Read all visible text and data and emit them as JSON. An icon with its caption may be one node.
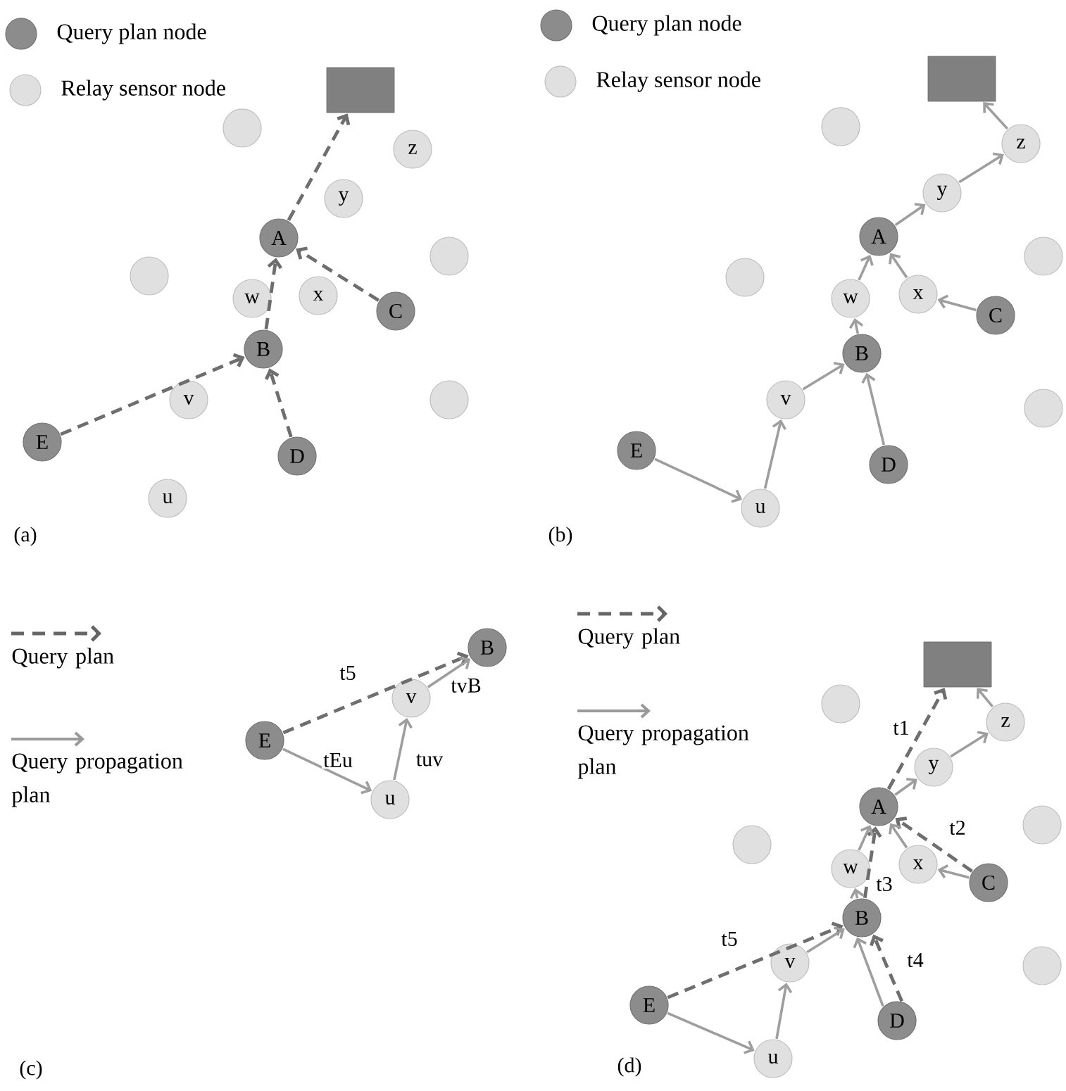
{
  "diagram": {
    "nodes": [
      {
        "text": [],
        "shape": "box"
      },
      {
        "text": [],
        "shape": "circle"
      },
      {
        "text": [
          "z"
        ]
      },
      {
        "text": [
          "y"
        ]
      },
      {
        "text": [
          "A"
        ]
      },
      {
        "text": [],
        "shape": "circle"
      },
      {
        "text": [],
        "shape": "circle"
      },
      {
        "text": [
          "w"
        ]
      },
      {
        "text": [
          "x"
        ]
      },
      {
        "text": [
          "C"
        ]
      },
      {
        "text": [
          "B"
        ]
      },
      {
        "text": [
          "v"
        ]
      },
      {
        "text": [],
        "shape": "circle"
      },
      {
        "text": [
          "E"
        ]
      },
      {
        "text": [
          "D"
        ]
      },
      {
        "text": [
          "u"
        ]
      },
      {
        "text": [],
        "shape": "box"
      },
      {
        "text": [],
        "shape": "circle"
      },
      {
        "text": [
          "z"
        ]
      },
      {
        "text": [
          "y"
        ]
      },
      {
        "text": [
          "A"
        ]
      },
      {
        "text": [],
        "shape": "circle"
      },
      {
        "text": [],
        "shape": "circle"
      },
      {
        "text": [
          "w"
        ]
      },
      {
        "text": [
          "x"
        ]
      },
      {
        "text": [
          "C"
        ]
      },
      {
        "text": [
          "B"
        ]
      },
      {
        "text": [
          "v"
        ]
      },
      {
        "text": [],
        "shape": "circle"
      },
      {
        "text": [
          "E"
        ]
      },
      {
        "text": [
          "D"
        ]
      },
      {
        "text": [
          "u"
        ]
      },
      {
        "text": [
          "B"
        ]
      },
      {
        "text": [
          "v"
        ]
      },
      {
        "text": [
          "E"
        ]
      },
      {
        "text": [
          "u"
        ]
      },
      {
        "text": [],
        "shape": "box"
      },
      {
        "text": [],
        "shape": "circle"
      },
      {
        "text": [
          "z"
        ]
      },
      {
        "text": [
          "y"
        ]
      },
      {
        "text": [
          "A"
        ]
      },
      {
        "text": [],
        "shape": "circle"
      },
      {
        "text": [],
        "shape": "circle"
      },
      {
        "text": [
          "w"
        ]
      },
      {
        "text": [
          "x"
        ]
      },
      {
        "text": [
          "C"
        ]
      },
      {
        "text": [
          "B"
        ]
      },
      {
        "text": [
          "v"
        ]
      },
      {
        "text": [],
        "shape": "circle"
      },
      {
        "text": [
          "E"
        ]
      },
      {
        "text": [
          "D"
        ]
      },
      {
        "text": [
          "u"
        ]
      }
    ],
    "edges": [
      {
        "from": 13,
        "to": 10,
        "arrow": "to",
        "style": "dashed",
        "color": "#6e6e6e"
      },
      {
        "from": 14,
        "to": 10,
        "arrow": "to",
        "style": "dashed",
        "color": "#6e6e6e"
      },
      {
        "from": 10,
        "to": 4,
        "arrow": "to",
        "style": "dashed",
        "color": "#6e6e6e"
      },
      {
        "from": 9,
        "to": 4,
        "arrow": "to",
        "style": "dashed",
        "color": "#6e6e6e"
      },
      {
        "from": 4,
        "to": 0,
        "arrow": "to",
        "style": "dashed",
        "color": "#6e6e6e"
      },
      {
        "from": 29,
        "to": 31,
        "arrow": "to"
      },
      {
        "from": 31,
        "to": 27,
        "arrow": "to"
      },
      {
        "from": 27,
        "to": 26,
        "arrow": "to"
      },
      {
        "from": 30,
        "to": 26,
        "arrow": "to"
      },
      {
        "from": 26,
        "to": 23,
        "arrow": "to"
      },
      {
        "from": 23,
        "to": 20,
        "arrow": "to"
      },
      {
        "from": 25,
        "to": 24,
        "arrow": "to"
      },
      {
        "from": 24,
        "to": 20,
        "arrow": "to"
      },
      {
        "from": 20,
        "to": 19,
        "arrow": "to"
      },
      {
        "from": 19,
        "to": 18,
        "arrow": "to"
      },
      {
        "from": 18,
        "to": 16,
        "arrow": "to"
      },
      {
        "from": 34,
        "to": 32,
        "arrow": "to",
        "label": "t5",
        "style": "dashed",
        "color": "#6e6e6e"
      },
      {
        "from": 34,
        "to": 35,
        "arrow": "to",
        "label": "tEu"
      },
      {
        "from": 35,
        "to": 33,
        "arrow": "to",
        "label": "tuv"
      },
      {
        "from": 33,
        "to": 32,
        "arrow": "to",
        "label": "tvB"
      },
      {
        "from": 49,
        "to": 46,
        "arrow": "to",
        "label": "t5",
        "style": "dashed",
        "color": "#6e6e6e"
      },
      {
        "from": 50,
        "to": 46,
        "arrow": "to",
        "label": "t4",
        "style": "dashed",
        "color": "#6e6e6e"
      },
      {
        "from": 46,
        "to": 40,
        "arrow": "to",
        "label": "t3",
        "style": "dashed",
        "color": "#6e6e6e"
      },
      {
        "from": 45,
        "to": 40,
        "arrow": "to",
        "label": "t2",
        "style": "dashed",
        "color": "#6e6e6e"
      },
      {
        "from": 40,
        "to": 36,
        "arrow": "to",
        "label": "t1",
        "style": "dashed",
        "color": "#6e6e6e"
      },
      {
        "from": 49,
        "to": 51,
        "arrow": "to"
      },
      {
        "from": 51,
        "to": 47,
        "arrow": "to"
      },
      {
        "from": 47,
        "to": 46,
        "arrow": "to"
      },
      {
        "from": 50,
        "to": 46,
        "arrow": "to"
      },
      {
        "from": 46,
        "to": 43,
        "arrow": "to"
      },
      {
        "from": 43,
        "to": 40,
        "arrow": "to"
      },
      {
        "from": 45,
        "to": 44,
        "arrow": "to"
      },
      {
        "from": 44,
        "to": 40,
        "arrow": "to"
      },
      {
        "from": 40,
        "to": 39,
        "arrow": "to"
      },
      {
        "from": 39,
        "to": 38,
        "arrow": "to"
      },
      {
        "from": 38,
        "to": 36,
        "arrow": "to"
      }
    ],
    "labels": [
      "(a)",
      "(b)",
      "(c)",
      "(d)"
    ],
    "legend": [
      {
        "text": "Query plan node"
      },
      {
        "text": "Relay sensor node"
      },
      {
        "text": "Query plan node"
      },
      {
        "text": "Relay sensor node"
      },
      {
        "text": "Query plan"
      },
      {
        "text": "Query propagation plan"
      },
      {
        "text": "Query plan"
      },
      {
        "text": "Query propagation plan"
      }
    ]
  }
}
